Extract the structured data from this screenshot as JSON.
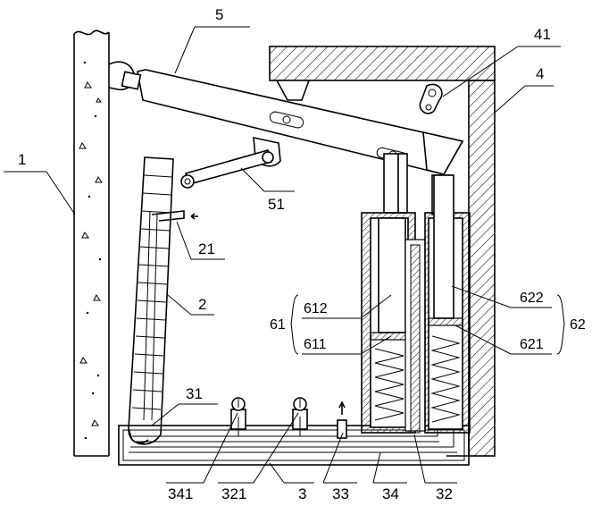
{
  "labels": {
    "l1": "1",
    "l2": "2",
    "l21": "21",
    "l3": "3",
    "l31": "31",
    "l32": "32",
    "l321": "321",
    "l33": "33",
    "l34": "34",
    "l341": "341",
    "l4": "4",
    "l41": "41",
    "l5": "5",
    "l51": "51",
    "l61": "61",
    "l611": "611",
    "l612": "612",
    "l62": "62",
    "l621": "621",
    "l622": "622"
  }
}
